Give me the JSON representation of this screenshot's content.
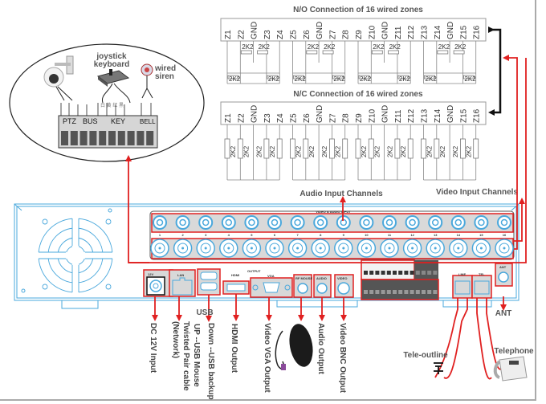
{
  "no_block": {
    "title": "N/O Connection of 16 wired zones",
    "terminals": [
      "Z1",
      "Z2",
      "GND",
      "Z3",
      "Z4",
      "Z5",
      "Z6",
      "GND",
      "Z7",
      "Z8",
      "Z9",
      "Z10",
      "GND",
      "Z11",
      "Z12",
      "Z13",
      "Z14",
      "GND",
      "Z15",
      "Z16"
    ],
    "resistor_label": "2K2"
  },
  "nc_block": {
    "title": "N/C Connection of 16 wired zones",
    "terminals": [
      "Z1",
      "Z2",
      "GND",
      "Z3",
      "Z4",
      "Z5",
      "Z6",
      "GND",
      "Z7",
      "Z8",
      "Z9",
      "Z10",
      "GND",
      "Z11",
      "Z12",
      "Z13",
      "Z14",
      "GND",
      "Z15",
      "Z16"
    ],
    "resistor_label": "2K2"
  },
  "peripherals": {
    "joystick_label_line1": "joystick",
    "joystick_label_line2": "keyboard",
    "siren_label_line1": "wired",
    "siren_label_line2": "siren",
    "terminal_groups": [
      "PTZ",
      "BUS",
      "KEY",
      "BELL"
    ],
    "wire_colors_text": "白 黄 红 黑"
  },
  "rear_panel": {
    "bnc_header": "VIDEO & AUDIO INPUT",
    "channel_numbers": [
      "1",
      "2",
      "3",
      "4",
      "5",
      "6",
      "7",
      "8",
      "9",
      "10",
      "11",
      "12",
      "13",
      "14",
      "15",
      "16"
    ],
    "port_labels": {
      "dc": "12V",
      "lan": "LAN",
      "hdmi": "HDMI",
      "vga": "VGA",
      "output": "OUTPUT",
      "rf_mouse": "RF MOUSE",
      "audio": "AUDIO",
      "video": "VIDEO",
      "line": "LINE",
      "tel": "TEL",
      "ant": "ANT"
    }
  },
  "callouts": {
    "audio_input": "Audio Input Channels",
    "video_input": "Video Input Channels",
    "usb": "USB",
    "ant": "ANT",
    "dc_input": "DC 12V Input",
    "twisted_pair_1": "Twisted Pair cable",
    "twisted_pair_2": "(Network)",
    "usb_up": "UP --USB Mouse",
    "usb_down": "Down  --USB backup",
    "hdmi_output": "HDMI Output",
    "vga_output": "Video VGA Output",
    "audio_output": "Audio Output",
    "bnc_output": "Video BNC Output",
    "tele_outline": "Tele-outline",
    "telephone": "Telephone"
  },
  "colors": {
    "callout_red": "#e02020",
    "panel_blue": "#4aa8dc",
    "text_gray": "#555555",
    "port_gray": "#d8d8d8"
  }
}
